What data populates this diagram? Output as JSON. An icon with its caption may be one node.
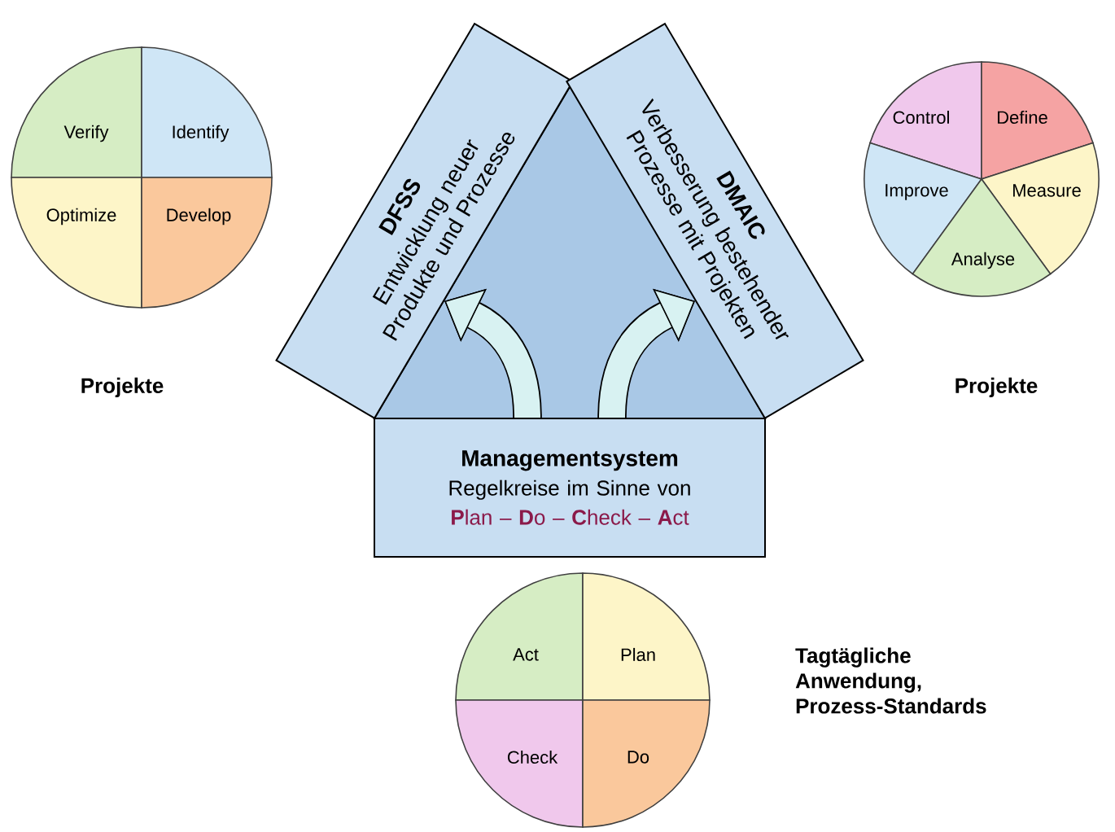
{
  "diagram": {
    "nodes": [
      {
        "text": [
          "DFSS",
          "Entwicklung neuer Produkte und Prozesse"
        ]
      },
      {
        "text": [
          "DMAIC",
          "Verbesserung bestehender Prozesse mit Projekten"
        ]
      },
      {
        "text": [
          "Managementsystem",
          "Regelkreise im Sinne von",
          "**P**lan – **D**o – **C**heck – **A**ct"
        ]
      },
      {
        "text": [
          "Verify"
        ]
      },
      {
        "text": [
          "Identify"
        ]
      },
      {
        "text": [
          "Optimize"
        ]
      },
      {
        "text": [
          "Develop"
        ]
      },
      {
        "text": [
          "Control"
        ]
      },
      {
        "text": [
          "Define"
        ]
      },
      {
        "text": [
          "Improve"
        ]
      },
      {
        "text": [
          "Measure"
        ]
      },
      {
        "text": [
          "Analyse"
        ]
      },
      {
        "text": [
          "Act"
        ]
      },
      {
        "text": [
          "Plan"
        ]
      },
      {
        "text": [
          "Check"
        ]
      },
      {
        "text": [
          "Do"
        ]
      }
    ],
    "edges": [
      {
        "from": 2,
        "to": 0,
        "arrow": "to"
      },
      {
        "from": 2,
        "to": 1,
        "arrow": "to"
      }
    ],
    "labels": [
      "Projekte",
      "Projekte",
      "Tagtägliche Anwendung, Prozess-Standards"
    ]
  }
}
